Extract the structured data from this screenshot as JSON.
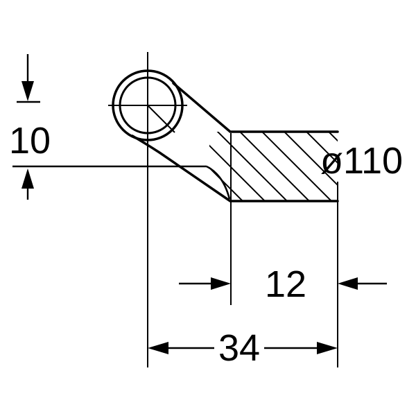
{
  "drawing": {
    "type": "technical-dimension-drawing",
    "subject": "45-degree pipe bend cross-section with socket",
    "colors": {
      "line": "#000000",
      "background": "#ffffff"
    },
    "labels": {
      "dim_10": "10",
      "dim_diameter": "ø110",
      "dim_12": "12",
      "dim_34": "34"
    }
  }
}
